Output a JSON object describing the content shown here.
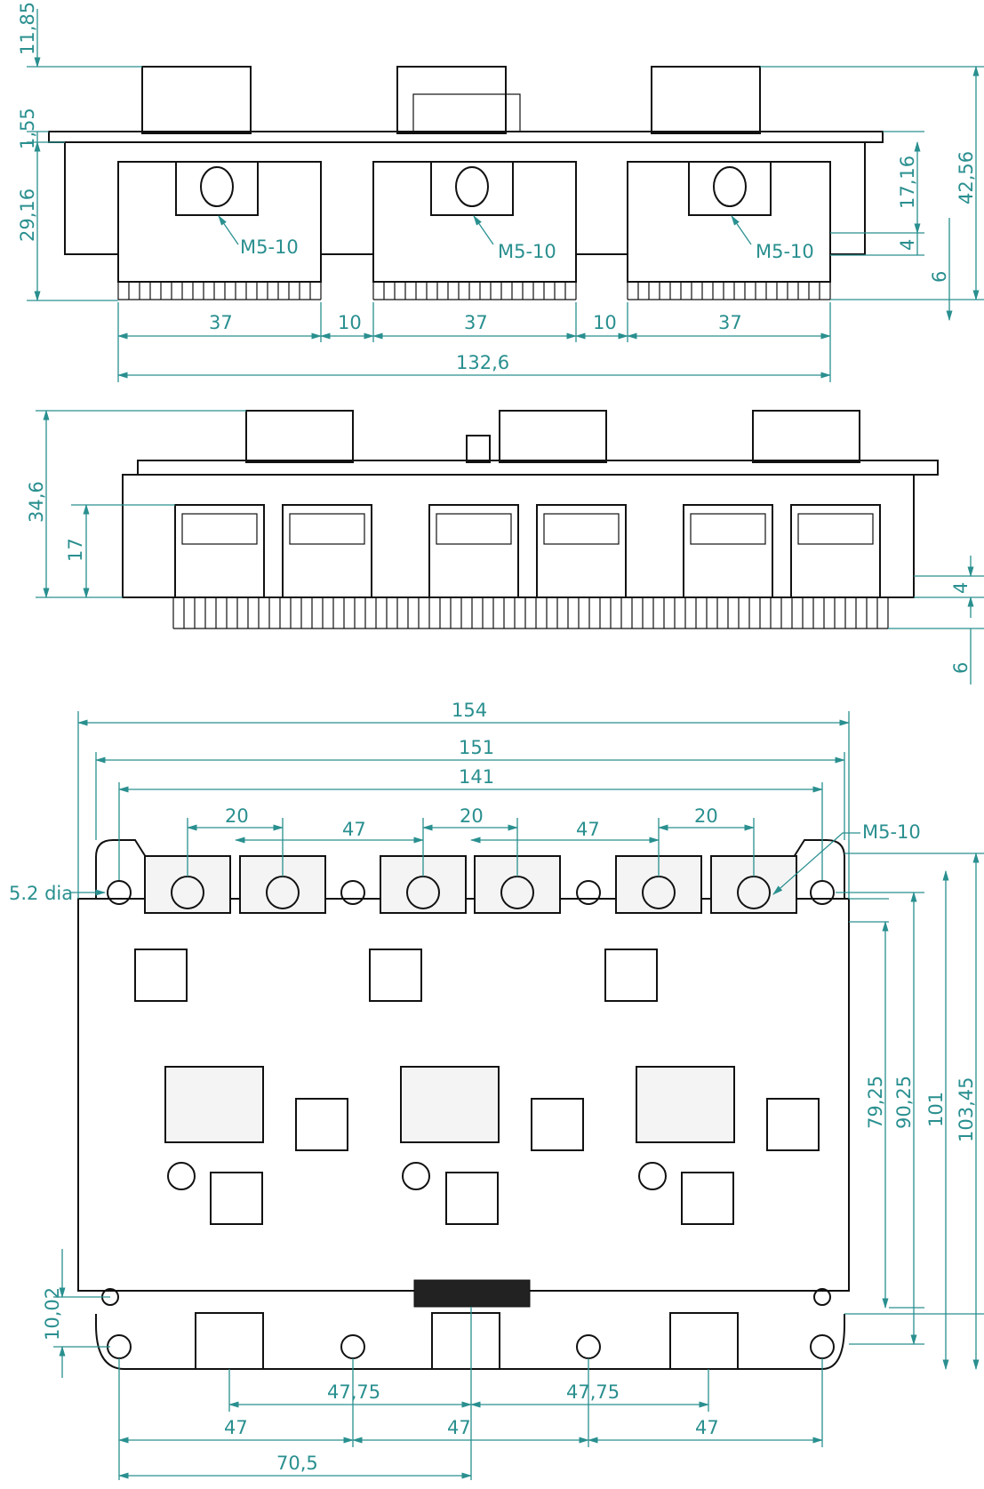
{
  "side_view": {
    "top_labels": [
      "11,85",
      "1,55",
      "29,16"
    ],
    "right_labels": [
      "17,16",
      "4",
      "6",
      "42,56"
    ],
    "bottom_labels": [
      "37",
      "10",
      "37",
      "10",
      "37"
    ],
    "overall": "132,6",
    "callouts": [
      "M5-10",
      "M5-10",
      "M5-10"
    ]
  },
  "front_view": {
    "height": "34,6",
    "inner": "17",
    "right_labels": [
      "4",
      "6"
    ]
  },
  "top_view": {
    "widths": [
      "154",
      "151",
      "141"
    ],
    "spacing_top": [
      "20",
      "47",
      "20",
      "47",
      "20"
    ],
    "callout": "M5-10",
    "hole_label": "5.2 dia",
    "heights": [
      "79,25",
      "90,25",
      "101",
      "103,45"
    ],
    "left_offset": "10,02",
    "bottom_row1": [
      "47,75",
      "47,75"
    ],
    "bottom_row2": [
      "47",
      "47",
      "47"
    ],
    "bottom_row3": "70,5"
  }
}
